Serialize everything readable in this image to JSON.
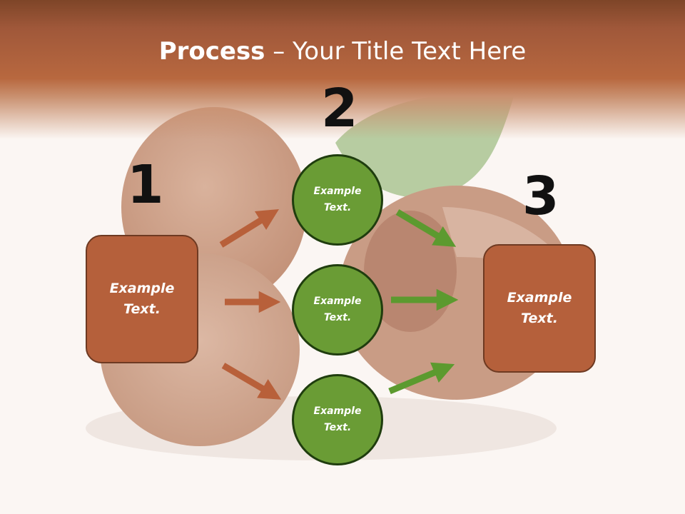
{
  "title": {
    "bold": "Process",
    "rest": " – Your Title Text Here"
  },
  "steps": {
    "n1": "1",
    "n2": "2",
    "n3": "3"
  },
  "box_left": {
    "text": "Example Text."
  },
  "box_right": {
    "text": "Example Text."
  },
  "circles": [
    {
      "text": "Example Text."
    },
    {
      "text": "Example Text."
    },
    {
      "text": "Example Text."
    }
  ],
  "colors": {
    "header": "#b8683f",
    "box": "#b5603b",
    "circle": "#6a9c35",
    "circle_border": "#1f3d0e",
    "arrow_brown": "#b8603a",
    "arrow_green": "#5c9a2f"
  }
}
